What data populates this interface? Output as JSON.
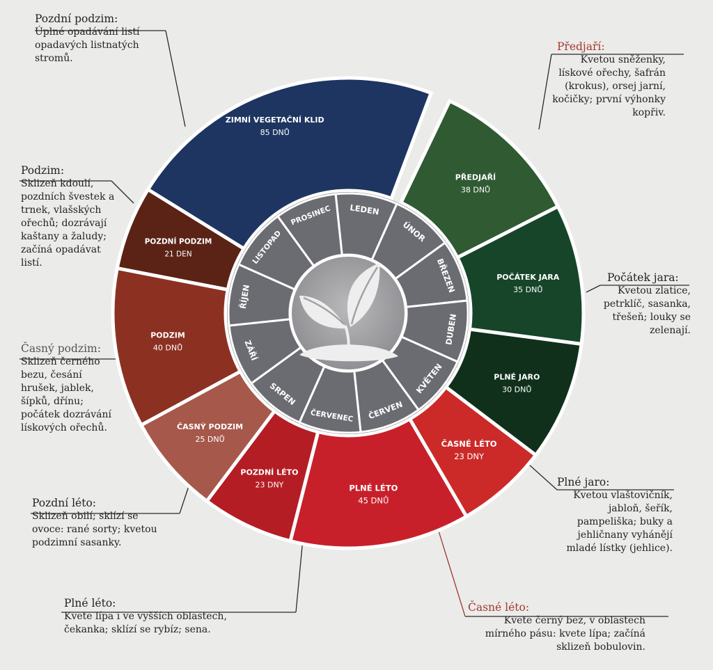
{
  "colors": {
    "zimni_klid": "#1d3560",
    "predjari": "#2f5a32",
    "pocatek_jara": "#17452a",
    "plne_jaro": "#10301b",
    "casne_leto": "#cb2a29",
    "plne_leto": "#c8202a",
    "pozdni_leto": "#b41d24",
    "casny_podzim": "#a6584a",
    "podzim": "#8c3122",
    "pozdni_podzim": "#5b2216",
    "months_ring": "#6b6b72",
    "hub": "#a6a6a8",
    "background": "#ebebea",
    "accent_title": "#a23a2a"
  },
  "hub_icon": "leaf-sprout-icon",
  "seasons": [
    {
      "key": "zimni_klid",
      "name": "ZIMNÍ VEGETAČNÍ KLID",
      "days": "85 DNŮ",
      "start": 307,
      "end": 392
    },
    {
      "key": "predjari",
      "name": "PŘEDJAŘÍ",
      "days": "38 DNŮ",
      "start": 32,
      "end": 70
    },
    {
      "key": "pocatek_jara",
      "name": "POČÁTEK JARA",
      "days": "35 DNŮ",
      "start": 70,
      "end": 105
    },
    {
      "key": "plne_jaro",
      "name": "PLNÉ JARO",
      "days": "30 DNŮ",
      "start": 105,
      "end": 135
    },
    {
      "key": "casne_leto",
      "name": "ČASNÉ LÉTO",
      "days": "23 DNY",
      "start": 135,
      "end": 158
    },
    {
      "key": "plne_leto",
      "name": "PLNÉ LÉTO",
      "days": "45 DNŮ",
      "start": 158,
      "end": 203
    },
    {
      "key": "pozdni_leto",
      "name": "POZDNÍ LÉTO",
      "days": "23 DNY",
      "start": 203,
      "end": 226
    },
    {
      "key": "casny_podzim",
      "name": "ČASNÝ PODZIM",
      "days": "25 DNŮ",
      "start": 226,
      "end": 251
    },
    {
      "key": "podzim",
      "name": "PODZIM",
      "days": "40 DNŮ",
      "start": 251,
      "end": 291
    },
    {
      "key": "pozdni_podzim",
      "name": "POZDNÍ PODZIM",
      "days": "21 DEN",
      "start": 291,
      "end": 312
    }
  ],
  "months": [
    "LEDEN",
    "ÚNOR",
    "BŘEZEN",
    "DUBEN",
    "KVĚTEN",
    "ČERVEN",
    "ČERVENEC",
    "SRPEN",
    "ZÁŘÍ",
    "ŘÍJEN",
    "LISTOPAD",
    "PROSINEC"
  ],
  "annotations": {
    "pozdni_podzim": {
      "title": "Pozdní podzim:",
      "text": "Úplné opadávání listí opadavých listnatých stromů."
    },
    "podzim": {
      "title": "Podzim:",
      "text": "Sklizeň kdoulí, pozdních švestek a trnek, vlašských ořechů; dozrávají kaštany a žaludy; začíná opadávat listí."
    },
    "casny_podzim": {
      "title": "Časný podzim:",
      "text": "Sklizeň černého bezu, česání hrušek, jablek, šípků, dřínu; počátek dozrávání lískových ořechů."
    },
    "pozdni_leto": {
      "title": "Pozdní léto:",
      "text": "Sklizeň obilí; sklízí se ovoce: rané sorty; kvetou podzimní sasanky."
    },
    "plne_leto": {
      "title": "Plné léto:",
      "text": "Kvete lípa i ve vyšších oblastech, čekanka; sklízí se rybíz; sena."
    },
    "predjari": {
      "title": "Předjaří:",
      "text": "Kvetou sněženky, lískové ořechy, šafrán (krokus), orsej jarní, kočičky; první výhonky kopřiv."
    },
    "pocatek_jara": {
      "title": "Počátek jara:",
      "text": "Kvetou zlatice, petrklíč, sasanka, třešeň; louky se zelenají."
    },
    "plne_jaro": {
      "title": "Plné jaro:",
      "text": "Kvetou vlaštovičník, jabloň, šeřík, pampeliška; buky a jehličnany vyhánějí mladé lístky (jehlice)."
    },
    "casne_leto": {
      "title": "Časné léto:",
      "text": "Kvete černý bez, v oblastech mírného pásu: kvete lípa; začíná sklizeň bobulovin."
    }
  }
}
